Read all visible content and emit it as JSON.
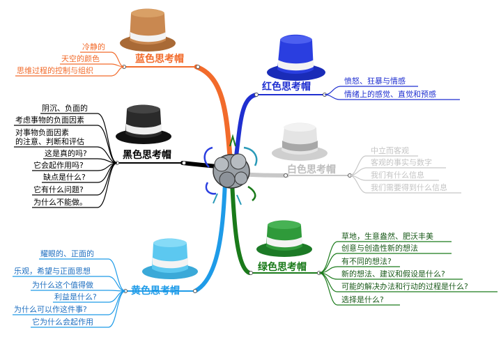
{
  "hats": {
    "blue": {
      "title": "蓝色思考帽",
      "color": "#f26b2b",
      "hat_color": "#c98850",
      "items": [
        "冷静的",
        "天空的颜色",
        "思维过程的控制与组织"
      ]
    },
    "red": {
      "title": "红色思考帽",
      "color": "#1f2fd0",
      "hat_color": "#2a3ee0",
      "items": [
        "愤怒、狂暴与情感",
        "情绪上的感觉、直觉和预感"
      ]
    },
    "black": {
      "title": "黑色思考帽",
      "color": "#000000",
      "hat_color": "#2a2a2a",
      "items": [
        "阴沉、负面的",
        "考虑事物的负面因素",
        "对事物负面因素\n的注意、判断和评估",
        "这是真的吗?",
        "它会起作用吗?",
        "缺点是什么?",
        "它有什么问题?",
        "为什么不能做。"
      ]
    },
    "white": {
      "title": "白色思考帽",
      "color": "#bdbdbd",
      "hat_color": "#e4e4e4",
      "items": [
        "中立而客观",
        "客观的事实与数字",
        "我们有什么信息",
        "我们需要得到什么信息"
      ]
    },
    "green": {
      "title": "绿色思考帽",
      "color": "#1a7a1a",
      "hat_color": "#2f9a3a",
      "items": [
        "草地，生意盎然、肥沃丰美",
        "创意与创造性新的想法",
        "有不同的想法?",
        "新的想法、建议和假设是什么?",
        "可能的解决办法和行动的过程是什么?",
        "选择是什么?"
      ]
    },
    "yellow": {
      "title": "黄色思考帽",
      "color": "#1e9be8",
      "hat_color": "#5cc8f0",
      "items": [
        "耀眼的、正面的",
        "乐观，希望与正面思想",
        "为什么这个值得做",
        "利益是什么?",
        "为什么可以作这件事?",
        "它为什么会起作用"
      ]
    }
  }
}
